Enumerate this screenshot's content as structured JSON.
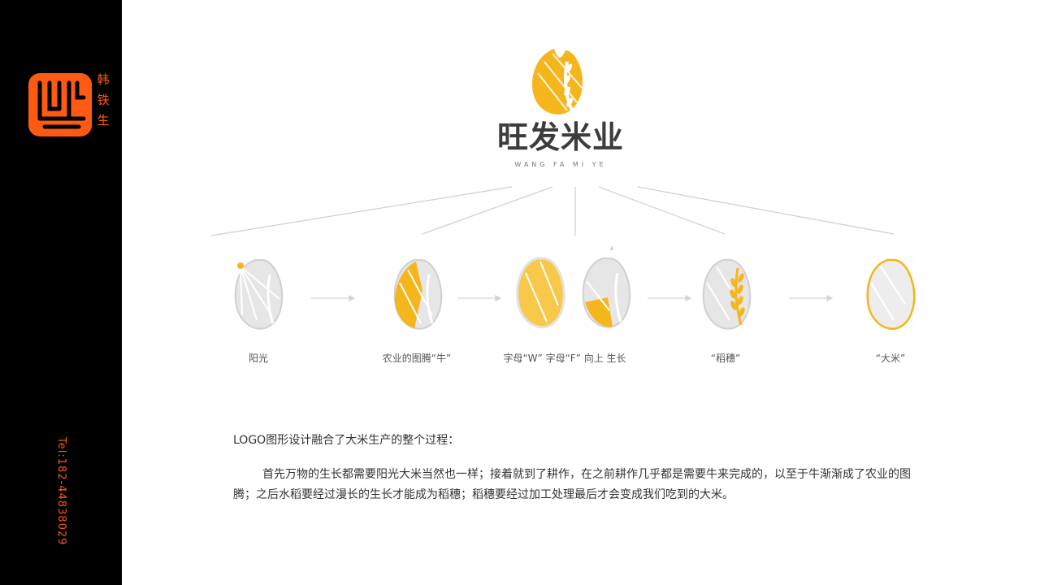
{
  "brand": {
    "name_chars": [
      "韩",
      "铁",
      "生"
    ],
    "tel": "Tel:182-44838029",
    "accent_color": "#ff5a14"
  },
  "logo": {
    "title": "旺发米业",
    "subtitle": "WANG FA MI YE",
    "gold_color": "#f5b51c"
  },
  "steps": [
    {
      "caption": "阳光"
    },
    {
      "caption": "农业的图腾“牛”"
    },
    {
      "caption": "字母“W” 字母“F” 向上 生长"
    },
    {
      "caption": "“稻穗”"
    },
    {
      "caption": "“大米”"
    }
  ],
  "description": {
    "intro": "LOGO图形设计融合了大米生产的整个过程：",
    "body": "首先万物的生长都需要阳光大米当然也一样；接着就到了耕作，在之前耕作几乎都是需要牛来完成的，以至于牛渐渐成了农业的图腾；之后水稻要经过漫长的生长才能成为稻穗；稻穗要经过加工处理最后才会变成我们吃到的大米。"
  }
}
